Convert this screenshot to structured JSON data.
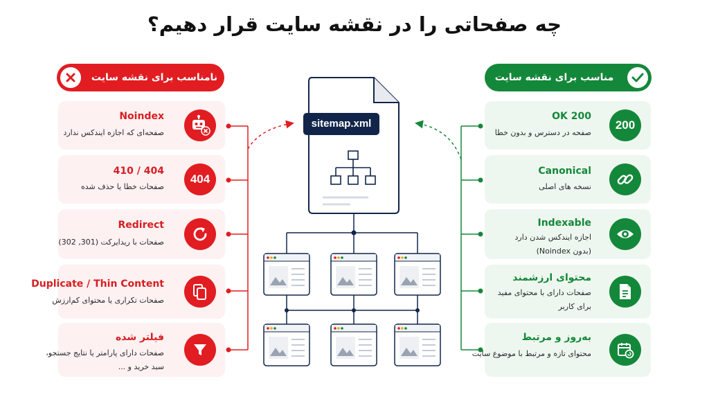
{
  "title": "چه صفحاتی را در نقشه سایت قرار دهیم؟",
  "unsuitable": {
    "header": "نامناسب برای نقشه سایت",
    "items": [
      {
        "title": "Noindex",
        "desc": [
          "صفحه‌ای که اجازه ایندکس ندارد"
        ],
        "icon": "robot-blocked-icon"
      },
      {
        "title": "404 / 410",
        "desc": [
          "صفحات خطا یا حذف شده"
        ],
        "icon": "404-badge-icon",
        "code": "404"
      },
      {
        "title": "Redirect",
        "desc": [
          "صفحات با ریدایرکت (301, 302)"
        ],
        "icon": "redirect-icon"
      },
      {
        "title": "Duplicate / Thin Content",
        "desc": [
          "صفحات تکراری یا محتوای کم‌ارزش"
        ],
        "icon": "duplicate-pages-icon"
      },
      {
        "title": "فیلتر شده",
        "desc": [
          "صفحات دارای پارامتر یا نتایج جستجو،",
          "سبد خرید و ..."
        ],
        "icon": "filter-icon"
      }
    ]
  },
  "suitable": {
    "header": "مناسب برای نقشه سایت",
    "items": [
      {
        "title": "200 OK",
        "desc": [
          "صفحه در دسترس و بدون خطا"
        ],
        "icon": "200-badge-icon",
        "code": "200"
      },
      {
        "title": "Canonical",
        "desc": [
          "نسخه های اصلی"
        ],
        "icon": "link-icon"
      },
      {
        "title": "Indexable",
        "desc": [
          "اجازه ایندکس شدن دارد",
          "(بدون Noindex)"
        ],
        "icon": "eye-icon"
      },
      {
        "title": "محتوای ارزشمند",
        "desc": [
          "صفحات دارای با محتوای مفید",
          "برای کاربر"
        ],
        "icon": "document-icon"
      },
      {
        "title": "به‌روز و مرتبط",
        "desc": [
          "محتوای تازه و مرتبط با موضوع سایت"
        ],
        "icon": "calendar-refresh-icon"
      }
    ]
  },
  "sitemap": {
    "label": "sitemap.xml"
  },
  "colors": {
    "red": "#e11d22",
    "green": "#14883a",
    "navy": "#11254a"
  }
}
